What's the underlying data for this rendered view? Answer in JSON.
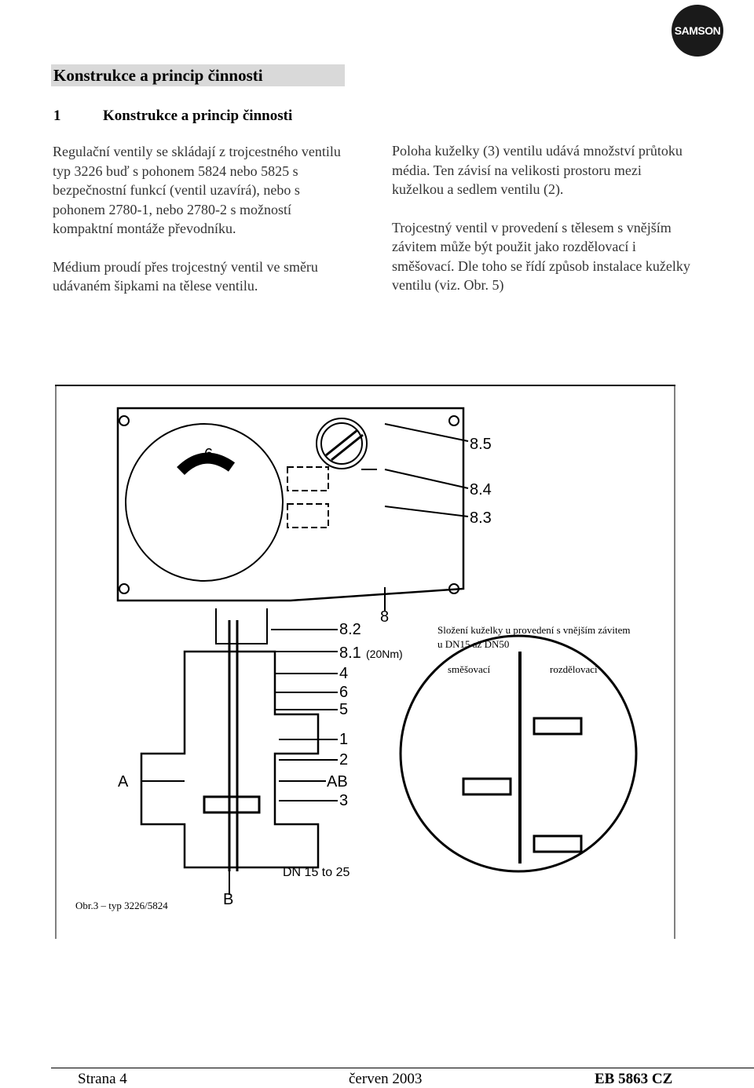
{
  "logo": {
    "text": "SAMSON"
  },
  "heading": "Konstrukce a princip činnosti",
  "section": {
    "number": "1",
    "title": "Konstrukce a princip činnosti"
  },
  "left_column": [
    "Regulační ventily se skládají z trojcestného ventilu typ 3226 buď s pohonem 5824 nebo 5825 s bezpečnostní funkcí (ventil uzavírá), nebo s pohonem 2780-1, nebo 2780-2 s možností kompaktní montáže převodníku.",
    "Médium proudí přes trojcestný ventil ve směru udávaném šipkami na tělese ventilu."
  ],
  "right_column": [
    "Poloha kuželky (3) ventilu udává množství průtoku média. Ten závisí na velikosti prostoru mezi kuželkou a sedlem ventilu (2).",
    "Trojcestný ventil v provedení s tělesem s vnějším závitem může být použit jako rozdělovací i směšovací. Dle toho se řídí způsob instalace kuželky ventilu (viz. Obr. 5)"
  ],
  "figure": {
    "dial_number": "6",
    "labels": [
      "8.5",
      "8.4",
      "8.3",
      "8",
      "8.2",
      "8.1",
      "(20Nm)",
      "4",
      "6",
      "5",
      "1",
      "2",
      "3",
      "A",
      "AB",
      "B"
    ],
    "dn_label": "DN 15 to 25",
    "inset_title_1": "Složení kuželky u provedení s vnějším závitem",
    "inset_title_2": "u DN15 až DN50",
    "inset_mixing": "směšovací",
    "inset_diverting": "rozdělovací",
    "caption": "Obr.3 – typ 3226/5824"
  },
  "footer": {
    "page": "Strana 4",
    "date": "červen 2003",
    "doc": "EB 5863 CZ"
  }
}
